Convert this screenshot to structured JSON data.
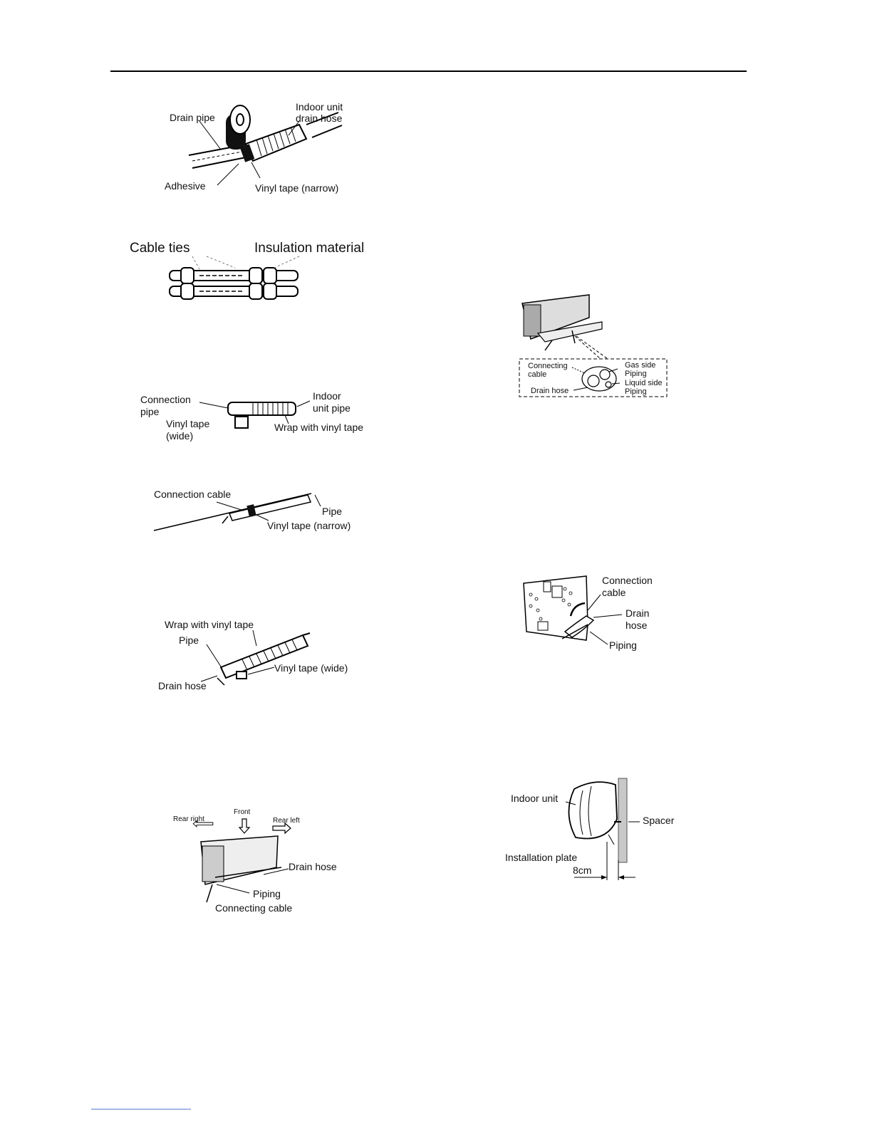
{
  "fig1": {
    "drain_pipe": "Drain pipe",
    "indoor_unit": "Indoor unit",
    "drain_hose": "drain hose",
    "adhesive": "Adhesive",
    "vinyl_narrow": "Vinyl tape (narrow)"
  },
  "fig2": {
    "cable_ties": "Cable ties",
    "insulation": "Insulation material"
  },
  "fig3": {
    "connection": "Connection",
    "pipe": "pipe",
    "indoor": "Indoor",
    "unit_pipe": "unit pipe",
    "vinyl_tape": "Vinyl tape",
    "wide": "(wide)",
    "wrap": "Wrap with vinyl tape"
  },
  "fig4": {
    "connection_cable": "Connection cable",
    "pipe": "Pipe",
    "vinyl_narrow": "Vinyl tape (narrow)"
  },
  "fig5": {
    "wrap": "Wrap with vinyl tape",
    "pipe": "Pipe",
    "vinyl_wide": "Vinyl tape (wide)",
    "drain_hose": "Drain hose"
  },
  "fig6": {
    "rear_right": "Rear right",
    "front": "Front",
    "rear_left": "Rear left",
    "drain_hose": "Drain hose",
    "piping": "Piping",
    "connecting_cable": "Connecting cable"
  },
  "fig7": {
    "connecting": "Connecting",
    "cable": "cable",
    "gas_side": "Gas side",
    "piping1": "Piping",
    "liquid_side": "Liquid side",
    "piping2": "Piping",
    "drain_hose": "Drain hose"
  },
  "fig8": {
    "connection": "Connection",
    "cable": "cable",
    "drain": "Drain",
    "hose": "hose",
    "piping": "Piping"
  },
  "fig9": {
    "indoor_unit": "Indoor unit",
    "spacer": "Spacer",
    "installation_plate": "Installation plate",
    "dimension": "8cm"
  }
}
